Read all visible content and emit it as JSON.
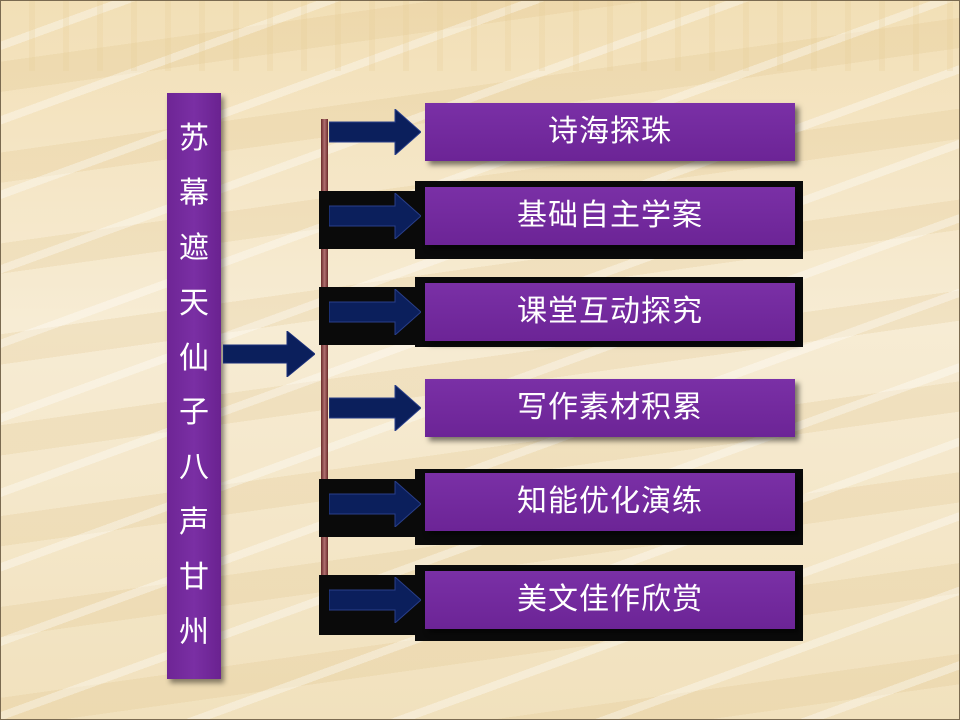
{
  "title_chars": [
    "苏",
    "幕",
    "遮",
    "天",
    "仙",
    "子",
    "八",
    "声",
    "甘",
    "州"
  ],
  "menu": {
    "items": [
      {
        "label": "诗海探珠",
        "dark_frame": false
      },
      {
        "label": "基础自主学案",
        "dark_frame": true
      },
      {
        "label": "课堂互动探究",
        "dark_frame": true
      },
      {
        "label": "写作素材积累",
        "dark_frame": false
      },
      {
        "label": "知能优化演练",
        "dark_frame": true
      },
      {
        "label": "美文佳作欣赏",
        "dark_frame": true
      }
    ]
  },
  "colors": {
    "box_purple": "#7030a0",
    "arrow_navy": "#0b1f5c",
    "rail": "#8b3a3a",
    "background": "#f3e4c1"
  },
  "icons": {
    "arrow": "right-arrow-icon"
  }
}
